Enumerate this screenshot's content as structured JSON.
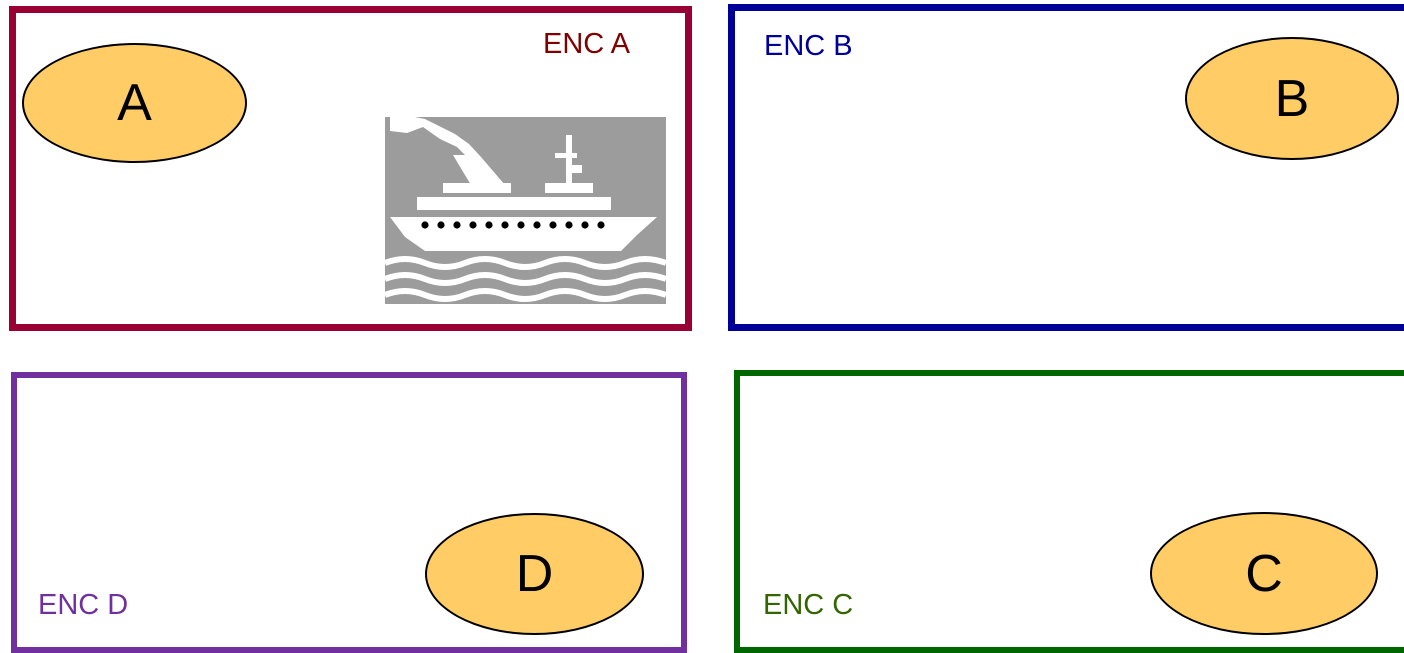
{
  "colors": {
    "enc_a": "#990033",
    "enc_a_text": "#800000",
    "enc_b": "#000099",
    "enc_c": "#006600",
    "enc_c_text": "#336600",
    "enc_d": "#7030a0",
    "node_fill": "#ffcc66",
    "ship_bg": "#9c9c9c"
  },
  "areas": {
    "a": {
      "label": "ENC A",
      "node": "A"
    },
    "b": {
      "label": "ENC B",
      "node": "B"
    },
    "c": {
      "label": "ENC C",
      "node": "C"
    },
    "d": {
      "label": "ENC D",
      "node": "D"
    }
  },
  "icons": {
    "ship": "cruise-ship-icon"
  }
}
